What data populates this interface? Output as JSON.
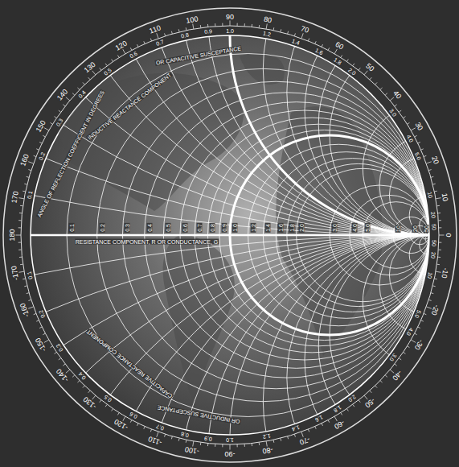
{
  "diagram": {
    "labels": [
      "ANGLE OF REFLECTION COEFFICIENT IN DEGREES",
      "INDUCTIVE REACTANCE COMPONENT",
      "OR CAPACITIVE SUSCEPTANCE",
      "CAPACITIVE REACTANCE COMPONENT",
      "OR INDUCTIVE SUSCEPTANCE",
      "RESISTANCE COMPONENT, R OR CONDUCTANCE, G",
      "0",
      "10",
      "20",
      "30",
      "40",
      "50",
      "60",
      "70",
      "80",
      "90",
      "100",
      "110",
      "120",
      "130",
      "140",
      "150",
      "160",
      "170",
      "180",
      "-10",
      "-20",
      "-30",
      "-40",
      "-50",
      "-60",
      "-70",
      "-80",
      "-90",
      "-100",
      "-110",
      "-120",
      "-130",
      "-140",
      "-150",
      "-160",
      "-170",
      "0.1",
      "0.2",
      "0.3",
      "0.4",
      "0.5",
      "0.6",
      "0.7",
      "0.8",
      "0.9",
      "1.0",
      "1.2",
      "1.4",
      "1.6",
      "1.8",
      "2.0",
      "3.0",
      "4.0",
      "5.0",
      "10",
      "20",
      "50",
      "0.1",
      "0.2",
      "0.3",
      "0.4",
      "0.5",
      "0.6",
      "0.7",
      "0.8",
      "0.9",
      "1.0",
      "1.2",
      "1.4",
      "1.6",
      "1.8",
      "2.0",
      "3.0",
      "4.0",
      "5.0",
      "10",
      "20",
      "50",
      "0.1",
      "0.2",
      "0.3",
      "0.4",
      "0.5",
      "0.6",
      "0.7",
      "0.8",
      "0.9",
      "1.0",
      "1.2",
      "1.4",
      "1.6",
      "1.8",
      "2.0",
      "3.0",
      "4.0",
      "5.0",
      "10",
      "20",
      "50"
    ]
  }
}
